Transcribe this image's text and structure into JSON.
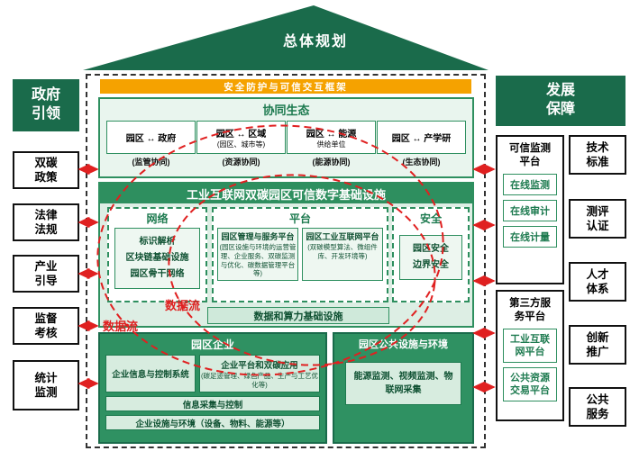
{
  "colors": {
    "dark_green": "#1a6b4b",
    "green": "#2e8f5f",
    "pale_green": "#d7ecdf",
    "orange": "#f5a200",
    "red": "#e02020"
  },
  "roof": {
    "title": "总体规划"
  },
  "left_panel": {
    "header": "政府引领",
    "items": [
      "双碳政策",
      "法律法规",
      "产业引导",
      "监督考核",
      "统计监测"
    ]
  },
  "right_panel": {
    "header": "发展保障",
    "platforms": [
      {
        "title": "可信监测平台",
        "items": [
          "在线监测",
          "在线审计",
          "在线计量"
        ]
      },
      {
        "title": "第三方服务平台",
        "items": [
          "工业互联网平台",
          "公共资源交易平台"
        ]
      }
    ],
    "items": [
      "技术标准",
      "测评认证",
      "人才体系",
      "创新推广",
      "公共服务"
    ]
  },
  "center": {
    "security_banner": "安全防护与可信交互框架",
    "ecology": {
      "title": "协同生态",
      "pairs": [
        {
          "line1": "园区 ↔ 政府",
          "line2": "",
          "caption": "(监管协同)"
        },
        {
          "line1": "园区 ↔ 区域",
          "line2": "(园区、城市等)",
          "caption": "(资源协同)"
        },
        {
          "line1": "园区 ↔ 能源",
          "line2": "供给单位",
          "caption": "(能源协同)"
        },
        {
          "line1": "园区 ↔ 产学研",
          "line2": "",
          "caption": "(生态协同)"
        }
      ]
    },
    "infrastructure": {
      "title": "工业互联网双碳园区可信数字基础设施",
      "network": {
        "title": "网络",
        "lines": [
          "标识解析",
          "区块链基础设施",
          "园区骨干网络"
        ]
      },
      "platform": {
        "title": "平台",
        "boxes": [
          {
            "title": "园区管理与服务平台",
            "desc": "(园区设施与环境的运营管理、企业服务、双碳监测与优化、碳数据管理平台等)"
          },
          {
            "title": "园区工业互联网平台",
            "desc": "(双碳模型算法、微组件库、开发环境等)"
          }
        ]
      },
      "security": {
        "title": "安全",
        "lines": [
          "园区安全",
          "边界安全"
        ]
      },
      "data_bar": "数据和算力基础设施"
    },
    "data_flow_labels": [
      "数据流",
      "数据流"
    ],
    "enterprise": {
      "title": "园区企业",
      "row1": [
        {
          "title": "企业信息与控制系统",
          "desc": ""
        },
        {
          "title": "企业平台和双碳应用",
          "desc": "(碳足迹管理、绿色产品、生产与工艺优化等)"
        }
      ],
      "row2": "信息采集与控制",
      "row3": "企业设施与环境（设备、物料、能源等）"
    },
    "public_facilities": {
      "title": "园区公共设施与环境",
      "box": "能源监测、视频监测、物联网采集"
    }
  }
}
